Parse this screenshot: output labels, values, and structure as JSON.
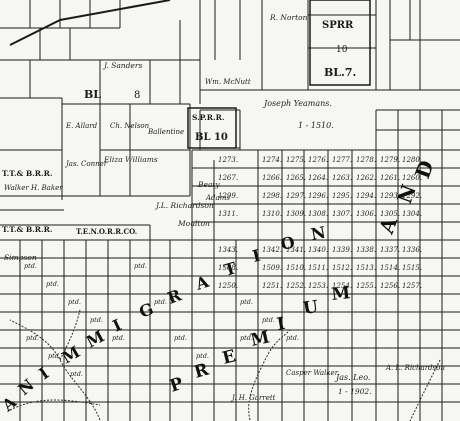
{
  "map": {
    "big_letters_1": [
      "A",
      "N",
      "D"
    ],
    "big_letters_2": [
      "A",
      "N",
      "I",
      "M",
      "M",
      "I",
      "G",
      "R",
      "A",
      "T",
      "I",
      "O",
      "N"
    ],
    "big_letters_3": [
      "P",
      "R",
      "E",
      "M",
      "I",
      "U",
      "M"
    ],
    "labels": {
      "spra_top": "SPRR",
      "spra_top_num": "10",
      "bl7": "BL.7.",
      "spra_mid": "S.P.R.R.",
      "bl10": "BL 10",
      "joseph": "Joseph Yeamans.",
      "joseph_num": "1 - 1510.",
      "tenorr": "T.E.N.O.R.R.CO.",
      "tbrr_1": "T.T.& B.R.R.",
      "tbrr_2": "T.T.& B.R.R.",
      "bl_left": "BL",
      "bl_left_num": "8",
      "sanders": "J. Sanders",
      "norton": "R. Norton",
      "mcnutt": "Wm. McNutt",
      "beaty": "Beaty",
      "richardson": "J.L. Richardson",
      "moulton": "Moulton",
      "simpson": "Simpson",
      "ballentine": "Ballentine",
      "williams": "Eliza Williams",
      "conner": "Jas. Conner",
      "baker": "Walker H. Baker",
      "allard": "E. Allard",
      "nelson": "Ch. Nelson",
      "leo": "Jas. Leo.",
      "leo_num": "1 - 1902.",
      "casper": "Casper Walker",
      "garrett": "J. H. Garrett",
      "richardson2": "A. L. Richardson",
      "adams": "Adams",
      "pld": "ptd."
    },
    "section_numbers": [
      "1273.",
      "1274.",
      "1275.",
      "1276.",
      "1277.",
      "1278.",
      "1279.",
      "1280.",
      "1267.",
      "1266.",
      "1265.",
      "1264.",
      "1263.",
      "1262.",
      "1261.",
      "1260.",
      "1299.",
      "1298.",
      "1297.",
      "1296.",
      "1295.",
      "1294.",
      "1293.",
      "1292.",
      "1311.",
      "1310.",
      "1309.",
      "1308.",
      "1307.",
      "1306.",
      "1305.",
      "1304.",
      "1343.",
      "1342.",
      "1341.",
      "1340.",
      "1339.",
      "1338.",
      "1337.",
      "1336.",
      "1508.",
      "1509.",
      "1510.",
      "1511.",
      "1512.",
      "1513.",
      "1514.",
      "1515.",
      "1250.",
      "1251.",
      "1252.",
      "1253.",
      "1254.",
      "1255.",
      "1256.",
      "1257."
    ]
  }
}
